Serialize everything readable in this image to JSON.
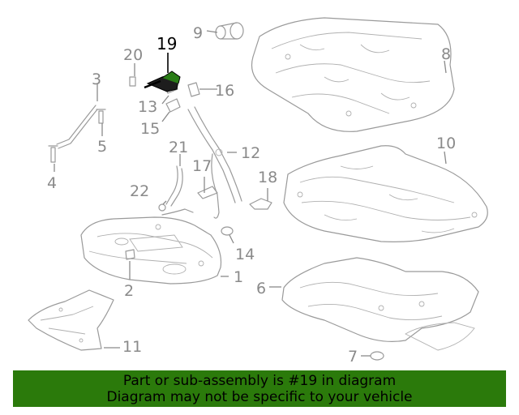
{
  "highlighted_part": "19",
  "callouts": {
    "c1": "1",
    "c2": "2",
    "c3": "3",
    "c4": "4",
    "c5": "5",
    "c6": "6",
    "c7": "7",
    "c8": "8",
    "c9": "9",
    "c10": "10",
    "c11": "11",
    "c12": "12",
    "c13": "13",
    "c14": "14",
    "c15": "15",
    "c16": "16",
    "c17": "17",
    "c18": "18",
    "c19": "19",
    "c20": "20",
    "c21": "21",
    "c22": "22"
  },
  "banner": {
    "line1": "Part or sub-assembly is #19 in diagram",
    "line2": "Diagram may not be specific to your vehicle",
    "background": "#2b7a0b"
  },
  "colors": {
    "line_art": "#9a9a9a",
    "callout_text": "#8a8a8a",
    "highlight": "#000000"
  }
}
